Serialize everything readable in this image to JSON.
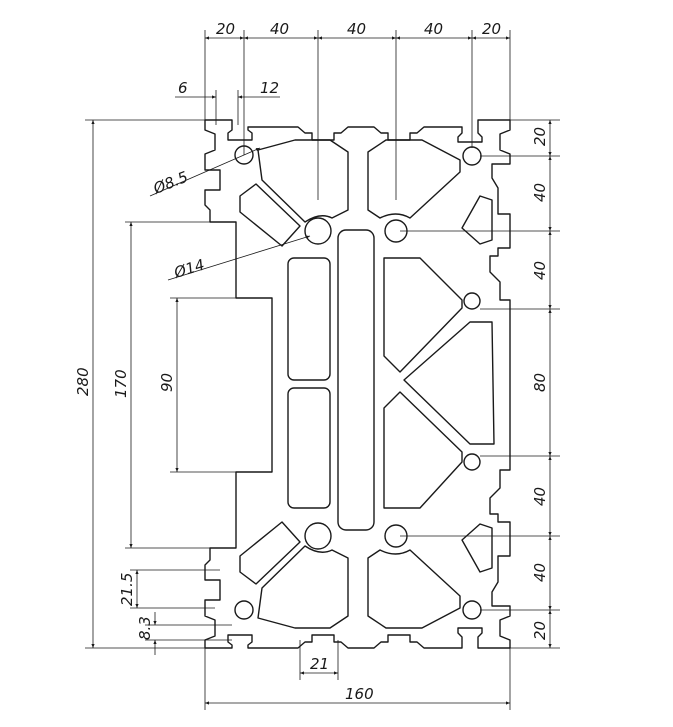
{
  "dimensions": {
    "top": [
      "20",
      "40",
      "40",
      "40",
      "20"
    ],
    "slot_6": "6",
    "slot_12": "12",
    "hole_small": "Ø8.5",
    "hole_large": "Ø14",
    "total_height": "280",
    "side_170": "170",
    "side_90": "90",
    "left_21_5": "21.5",
    "left_8_3": "8.3",
    "right": [
      "20",
      "40",
      "40",
      "80",
      "40",
      "40",
      "20"
    ],
    "bottom_21": "21",
    "bottom_160": "160"
  },
  "colors": {
    "line": "#1a1a1a",
    "background": "#ffffff"
  }
}
